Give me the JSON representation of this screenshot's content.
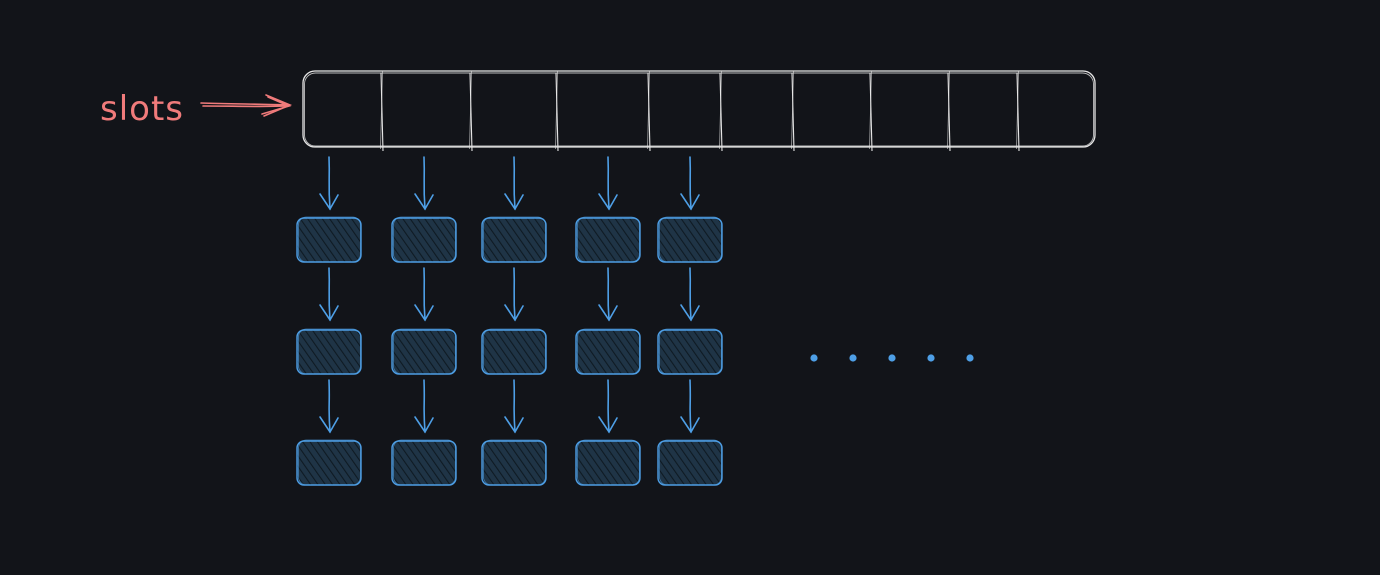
{
  "label": {
    "text": "slots",
    "color": "#f07b7b"
  },
  "colors": {
    "background": "#121419",
    "array_stroke": "#e6e6e6",
    "node_stroke": "#4e9fe6",
    "node_fill": "#1f3446",
    "node_hatch": "#0f1a23",
    "dots": "#4e9fe6"
  },
  "slot_array": {
    "cell_count": 10
  },
  "buckets": {
    "chain_count": 5,
    "chain_length": 3
  },
  "continuation": {
    "dot_count": 5
  }
}
